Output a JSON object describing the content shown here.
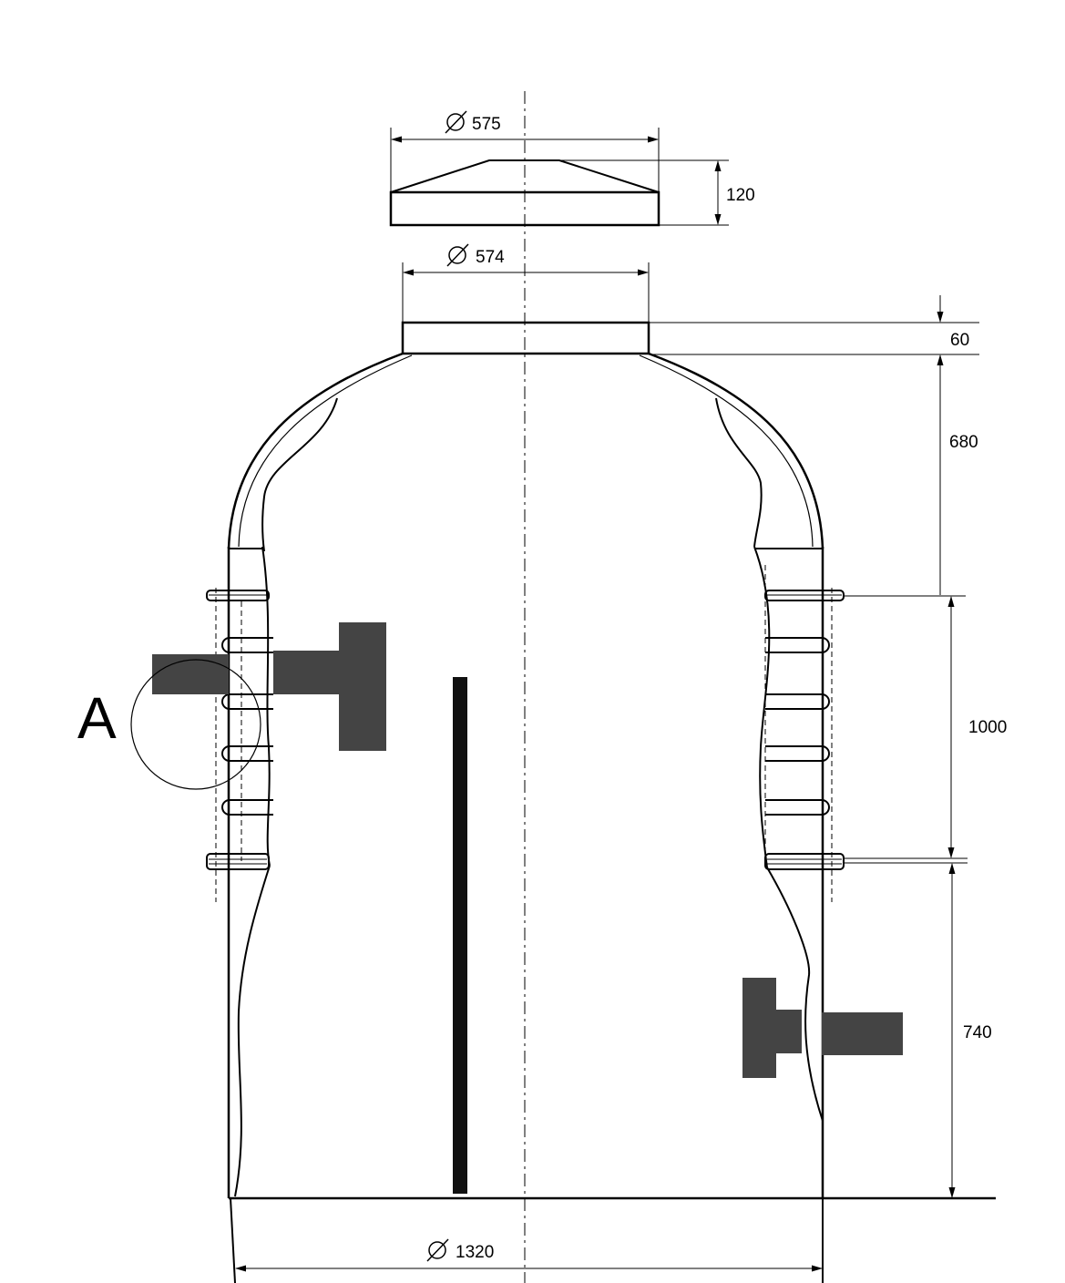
{
  "diagram": {
    "cover_diameter": "575",
    "cover_height": "120",
    "neck_diameter": "574",
    "neck_height": "60",
    "dome_height": "680",
    "ribbed_section_height": "1000",
    "lower_section_height": "740",
    "base_diameter": "1320",
    "detail_label": "A"
  },
  "colors": {
    "line": "#000000",
    "pipe": "#444444",
    "riser": "#111111"
  }
}
